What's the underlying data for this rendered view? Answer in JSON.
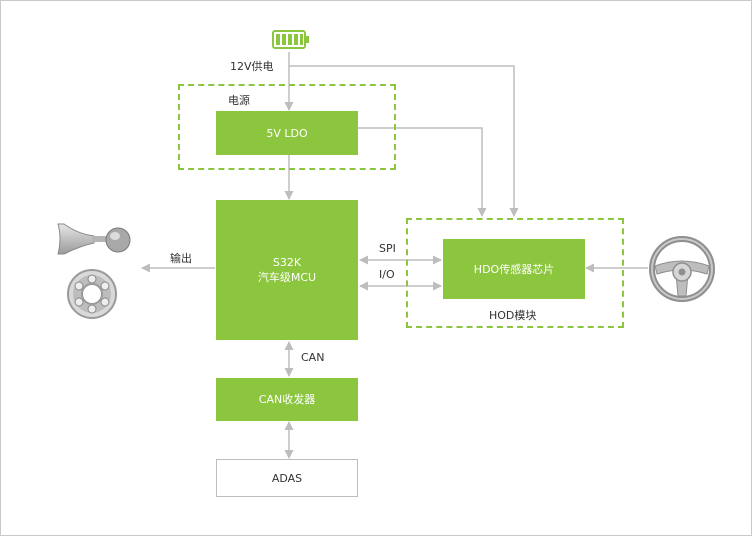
{
  "power": {
    "label": "12V供电"
  },
  "power_group": {
    "label": "电源"
  },
  "ldo": {
    "label": "5V LDO"
  },
  "mcu": {
    "line1": "S32K",
    "line2": "汽车级MCU"
  },
  "hod_chip": {
    "label": "HDO传感器芯片"
  },
  "hod_group": {
    "label": "HOD模块"
  },
  "can_transceiver": {
    "label": "CAN收发器"
  },
  "adas": {
    "label": "ADAS"
  },
  "links": {
    "output": "输出",
    "spi": "SPI",
    "io": "I/O",
    "can": "CAN"
  },
  "icons": [
    "battery-icon",
    "horn-icon",
    "bearing-icon",
    "steering-wheel-icon"
  ],
  "colors": {
    "block": "#8cc63f",
    "line": "#bdbdbd",
    "text": "#333333"
  }
}
